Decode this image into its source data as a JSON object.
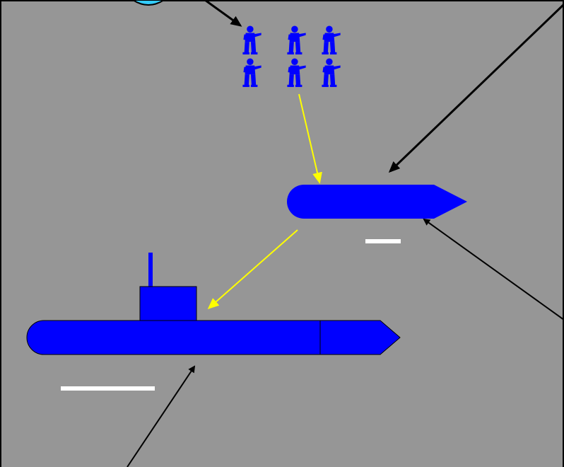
{
  "diagram": {
    "colors": {
      "background": "#969696",
      "border": "#000000",
      "vessel": "#0000ff",
      "marker": "#ffffff",
      "flow_arrow": "#ffff00",
      "callout_arrow": "#000000",
      "partial_circle": "#33ccff"
    },
    "soldier_icon": "soldier-icon",
    "soldier_count": 6,
    "elements": [
      "troops",
      "small-vessel",
      "submarine"
    ]
  }
}
